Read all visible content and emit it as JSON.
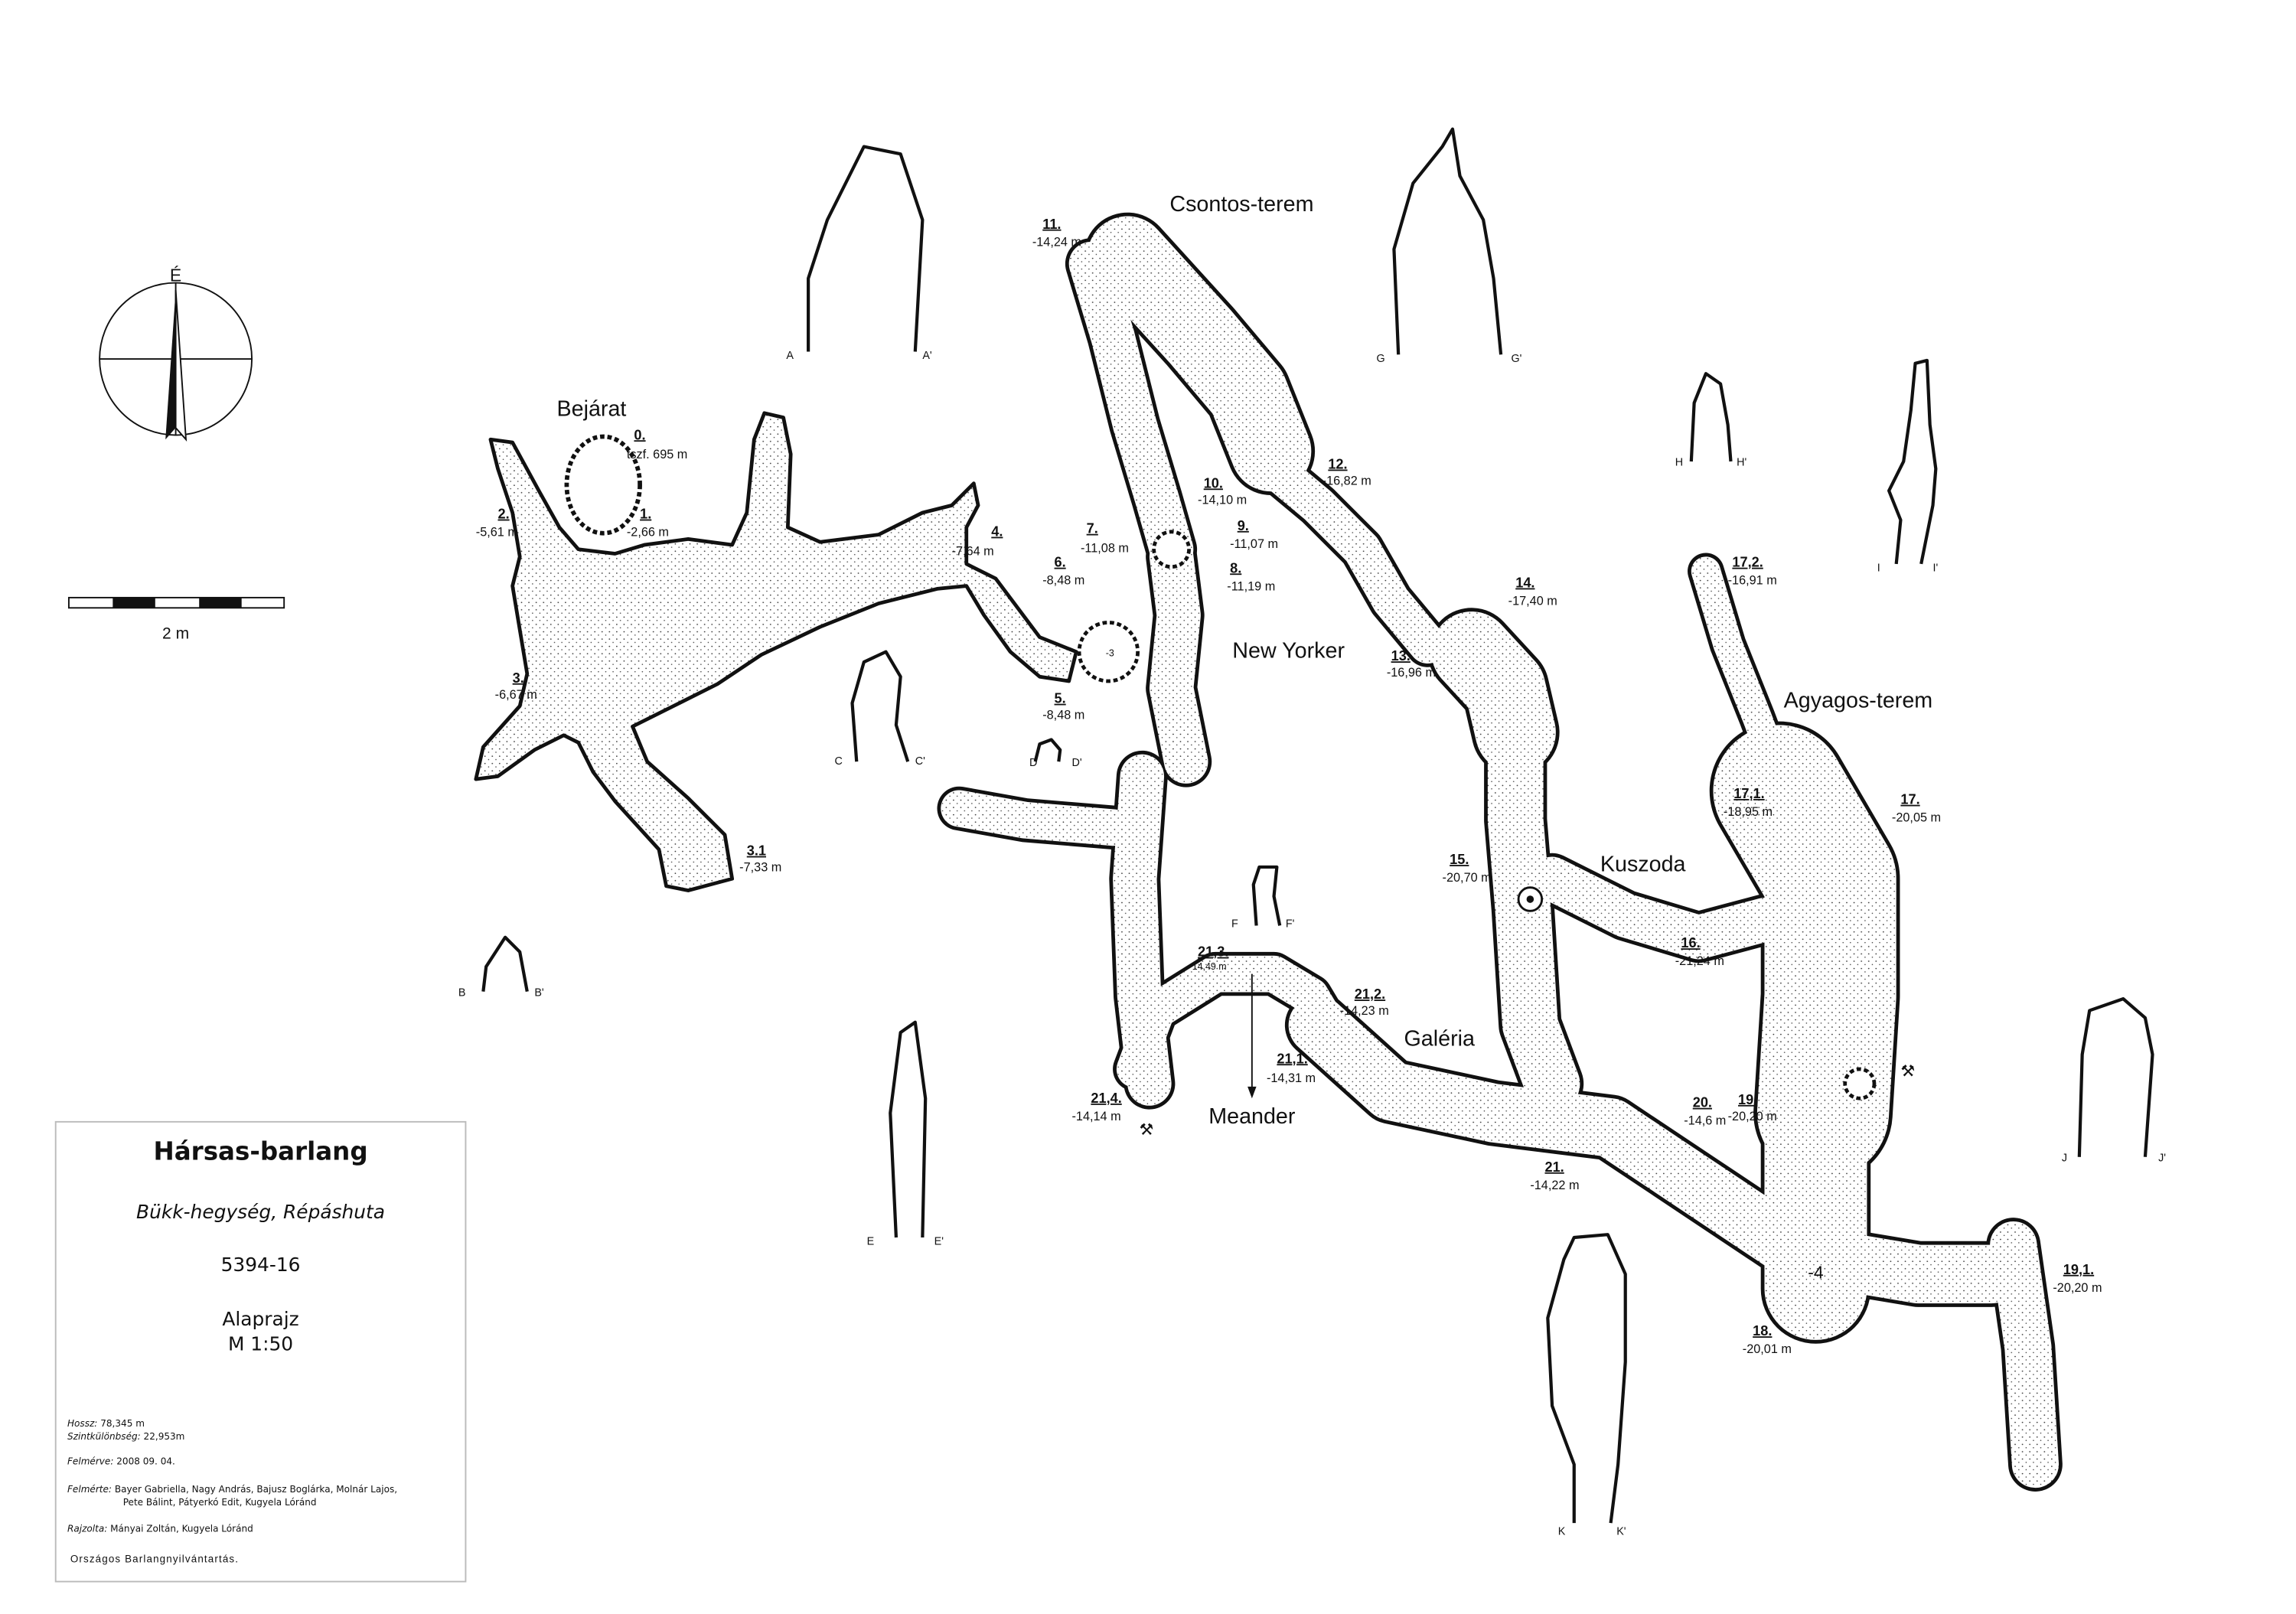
{
  "map": {
    "compass_north_label": "É",
    "scale_label": "2 m",
    "rooms": {
      "entrance": "Bejárat",
      "csontos": "Csontos-terem",
      "new_yorker": "New Yorker",
      "agyagos": "Agyagos-terem",
      "kuszoda": "Kuszoda",
      "galeria": "Galéria",
      "meander": "Meander"
    },
    "depth_marks": {
      "shaft_minus3": "-3",
      "step_minus4": "-4"
    },
    "stations": [
      {
        "id": "0.",
        "depth": "tszf. 695 m"
      },
      {
        "id": "1.",
        "depth": "-2,66 m"
      },
      {
        "id": "2.",
        "depth": "-5,61 m"
      },
      {
        "id": "3.",
        "depth": "-6,67 m"
      },
      {
        "id": "3.1",
        "depth": "-7,33 m"
      },
      {
        "id": "4.",
        "depth": "-7,64 m"
      },
      {
        "id": "5.",
        "depth": "-8,48 m"
      },
      {
        "id": "6.",
        "depth": "-8,48 m"
      },
      {
        "id": "7.",
        "depth": "-11,08 m"
      },
      {
        "id": "8.",
        "depth": "-11,19 m"
      },
      {
        "id": "9.",
        "depth": "-11,07 m"
      },
      {
        "id": "10.",
        "depth": "-14,10 m"
      },
      {
        "id": "11.",
        "depth": "-14,24 m"
      },
      {
        "id": "12.",
        "depth": "-16,82 m"
      },
      {
        "id": "13.",
        "depth": "-16,96 m"
      },
      {
        "id": "14.",
        "depth": "-17,40 m"
      },
      {
        "id": "15.",
        "depth": "-20,70 m"
      },
      {
        "id": "16.",
        "depth": "-21,24 m"
      },
      {
        "id": "17.",
        "depth": "-20,05 m"
      },
      {
        "id": "17,1.",
        "depth": "-18,95 m"
      },
      {
        "id": "17,2.",
        "depth": "-16,91 m"
      },
      {
        "id": "18.",
        "depth": "-20,01 m"
      },
      {
        "id": "19.",
        "depth": "-20,20 m"
      },
      {
        "id": "19,1.",
        "depth": "-20,20 m"
      },
      {
        "id": "20.",
        "depth": "-14,6 m"
      },
      {
        "id": "21.",
        "depth": "-14,22 m"
      },
      {
        "id": "21,1.",
        "depth": "-14,31 m"
      },
      {
        "id": "21,2.",
        "depth": "-14,23 m"
      },
      {
        "id": "21,3.",
        "depth": "-14,49 m"
      },
      {
        "id": "21,4.",
        "depth": "-14,14 m"
      }
    ],
    "sections": [
      {
        "left": "A",
        "right": "A'"
      },
      {
        "left": "B",
        "right": "B'"
      },
      {
        "left": "C",
        "right": "C'"
      },
      {
        "left": "D",
        "right": "D'"
      },
      {
        "left": "E",
        "right": "E'"
      },
      {
        "left": "F",
        "right": "F'"
      },
      {
        "left": "G",
        "right": "G'"
      },
      {
        "left": "H",
        "right": "H'"
      },
      {
        "left": "I",
        "right": "I'"
      },
      {
        "left": "J",
        "right": "J'"
      },
      {
        "left": "K",
        "right": "K'"
      }
    ]
  },
  "legend": {
    "title": "Hársas-barlang",
    "location": "Bükk-hegység, Répáshuta",
    "cadastre_number": "5394-16",
    "map_type": "Alaprajz",
    "scale": "M 1:50",
    "length_label": "Hossz:",
    "length_value": "78,345 m",
    "depth_label": "Szintkülönbség:",
    "depth_value": "22,953m",
    "surveyed_label": "Felmérve:",
    "surveyed_value": "2008 09. 04.",
    "surveyors_label": "Felmérte:",
    "surveyors_line1": "Bayer Gabriella, Nagy András, Bajusz Boglárka, Molnár Lajos,",
    "surveyors_line2": "Pete Bálint, Pátyerkó Edit, Kugyela Lóránd",
    "drawn_label": "Rajzolta:",
    "drawn_value": "Mányai Zoltán,  Kugyela Lóránd",
    "registry": "Országos Barlangnyilvántartás."
  }
}
